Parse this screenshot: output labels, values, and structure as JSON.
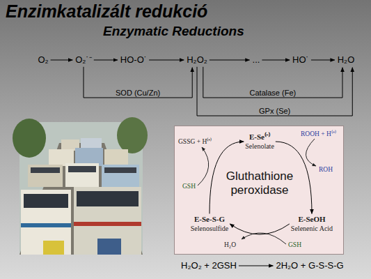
{
  "diagram": {
    "title": "Enzimkatalizált redukció",
    "nodes": [
      {
        "text": [
          "O₂"
        ]
      },
      {
        "text": [
          "O₂˙⁻"
        ]
      },
      {
        "text": [
          "HO-O˙"
        ]
      },
      {
        "text": [
          "H₂O₂"
        ]
      },
      {
        "text": [
          "..."
        ]
      },
      {
        "text": [
          "HO˙"
        ]
      },
      {
        "text": [
          "H₂O"
        ]
      },
      {
        "text": [
          "Gluthathione peroxidase"
        ]
      },
      {
        "text": [
          "E-Se⁽⁻⁾",
          "Selenolate"
        ],
        "in": 7
      },
      {
        "text": [
          "E-SeOH",
          "Selenenic Acid"
        ],
        "in": 7
      },
      {
        "text": [
          "E-Se-S-G",
          "Selenosulfide"
        ],
        "in": 7
      },
      {
        "text": [
          "H₂O₂ + 2GSH"
        ]
      },
      {
        "text": [
          "2H₂O + G-S-S-G"
        ]
      }
    ],
    "edges": [
      {
        "from": 0,
        "to": 1,
        "arrow": "to"
      },
      {
        "from": 1,
        "to": 2,
        "arrow": "to"
      },
      {
        "from": 2,
        "to": 3,
        "arrow": "to"
      },
      {
        "from": 3,
        "to": 4,
        "arrow": "to"
      },
      {
        "from": 4,
        "to": 5,
        "arrow": "to"
      },
      {
        "from": 5,
        "to": 6,
        "arrow": "to"
      },
      {
        "from": 1,
        "to": 3,
        "label": "SOD (Cu/Zn)",
        "arrow": "to"
      },
      {
        "from": 3,
        "to": 6,
        "label": "Catalase (Fe)",
        "arrow": "to"
      },
      {
        "from": 3,
        "to": 6,
        "label": "GPx (Se)",
        "arrow": "to"
      },
      {
        "from": 8,
        "to": 9,
        "arrow": "to"
      },
      {
        "from": 9,
        "to": 10,
        "arrow": "to"
      },
      {
        "from": 10,
        "to": 8,
        "arrow": "to"
      },
      {
        "from": 11,
        "to": 12,
        "arrow": "to"
      }
    ],
    "labels": [
      "Enzymatic Reductions",
      "GSSG + H⁽⁺⁾",
      "GSH",
      "ROOH + H⁽⁺⁾",
      "ROH",
      "GSH",
      "H₂O"
    ]
  }
}
